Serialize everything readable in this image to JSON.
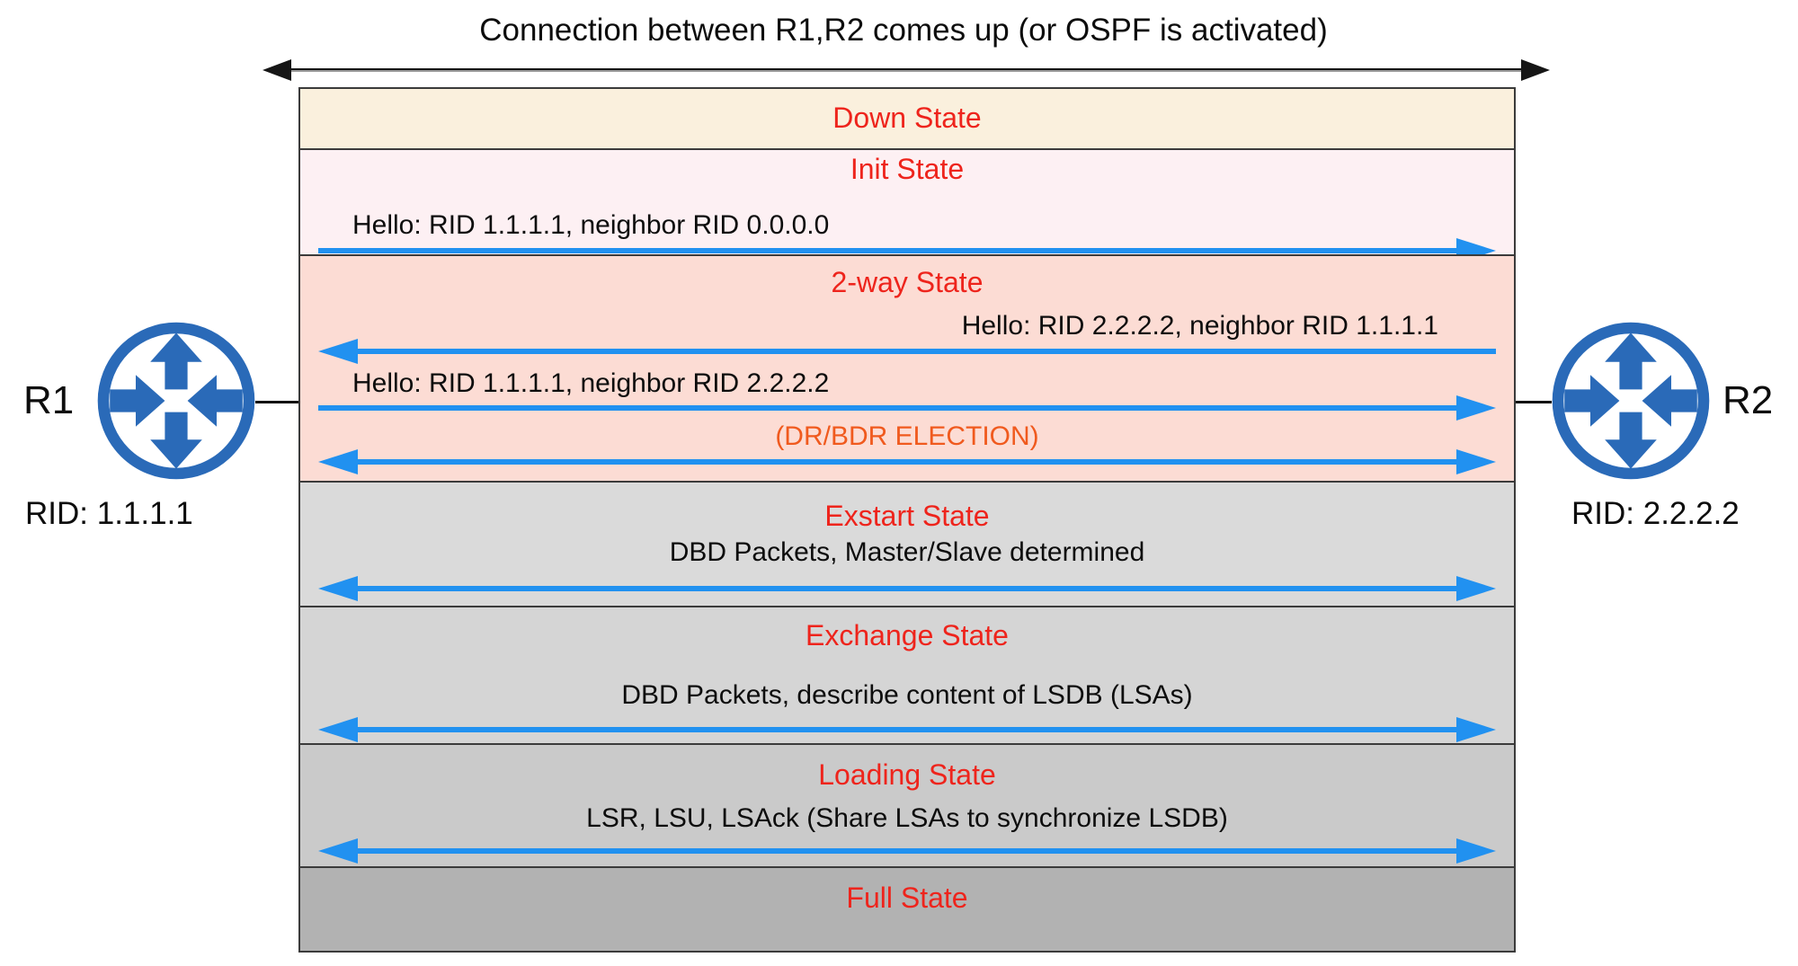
{
  "title": "Connection between R1,R2 comes up (or OSPF is activated)",
  "routers": {
    "left": {
      "name": "R1",
      "rid": "RID: 1.1.1.1"
    },
    "right": {
      "name": "R2",
      "rid": "RID: 2.2.2.2"
    }
  },
  "colors": {
    "state_label_red": "#ee241c",
    "election_orange": "#f05a1e",
    "arrow_blue": "#2191f0",
    "router_blue": "#2a6ab8",
    "border_dark": "#3b3b3b",
    "down_bg": "#faf0dd",
    "init_bg": "#fdf0f3",
    "twoway_bg": "#fcdcd4",
    "exstart_bg": "#dadada",
    "exchange_bg": "#d5d5d5",
    "loading_bg": "#cacaca",
    "full_bg": "#b2b2b2"
  },
  "states": [
    {
      "name": "Down State",
      "messages": []
    },
    {
      "name": "Init State",
      "messages": [
        {
          "text": "Hello: RID 1.1.1.1, neighbor RID 0.0.0.0",
          "direction": "right",
          "align": "left"
        }
      ]
    },
    {
      "name": "2-way State",
      "messages": [
        {
          "text": "Hello: RID 2.2.2.2, neighbor RID 1.1.1.1",
          "direction": "left",
          "align": "right"
        },
        {
          "text": "Hello: RID 1.1.1.1, neighbor RID 2.2.2.2",
          "direction": "right",
          "align": "left"
        },
        {
          "text": "(DR/BDR ELECTION)",
          "direction": "both",
          "align": "center"
        }
      ]
    },
    {
      "name": "Exstart State",
      "messages": [
        {
          "text": "DBD Packets, Master/Slave determined",
          "direction": "both",
          "align": "center"
        }
      ]
    },
    {
      "name": "Exchange State",
      "messages": [
        {
          "text": "DBD Packets, describe content of LSDB (LSAs)",
          "direction": "both",
          "align": "center"
        }
      ]
    },
    {
      "name": "Loading State",
      "messages": [
        {
          "text": "LSR, LSU, LSAck (Share LSAs to synchronize LSDB)",
          "direction": "both",
          "align": "center"
        }
      ]
    },
    {
      "name": "Full State",
      "messages": []
    }
  ]
}
